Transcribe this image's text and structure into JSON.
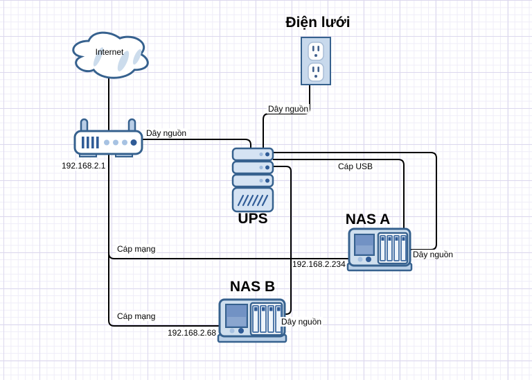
{
  "nodes": {
    "internet": {
      "label": "Internet"
    },
    "power_outlet": {
      "title": "Điện lưới"
    },
    "router": {
      "ip": "192.168.2.1"
    },
    "ups": {
      "title": "UPS"
    },
    "nas_a": {
      "title": "NAS A",
      "ip": "192.168.2.234"
    },
    "nas_b": {
      "title": "NAS B",
      "ip": "192.168.2.68"
    }
  },
  "edge_labels": {
    "router_power": "Dây nguồn",
    "outlet_power": "Dây nguồn",
    "nas_a_power": "Dây nguồn",
    "nas_b_power": "Dây nguồn",
    "usb": "Cáp USB",
    "lan_a": "Cáp mạng",
    "lan_b": "Cáp mạng"
  },
  "colors": {
    "shape_stroke": "#36618e",
    "shape_fill_light": "#cfdfee",
    "shape_fill_pale": "#d5e3f3",
    "antenna_fill": "#b9cee6",
    "screen_fill": "#7292c4",
    "led_light": "#a7c2e2",
    "led_dark": "#2f5b96",
    "edge_stroke": "#000000",
    "grid_line": "#dcd8ee"
  }
}
